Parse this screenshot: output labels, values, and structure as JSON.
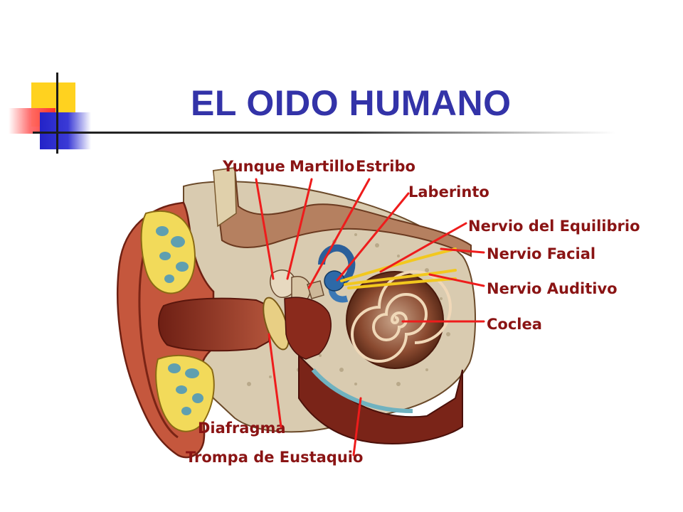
{
  "slide": {
    "title": "EL OIDO HUMANO"
  },
  "diagram": {
    "labels": {
      "yunque": "Yunque",
      "martillo": "Martillo",
      "estribo": "Estribo",
      "laberinto": "Laberinto",
      "nervio_equilibrio": "Nervio del Equilibrio",
      "nervio_facial": "Nervio Facial",
      "nervio_auditivo": "Nervio Auditivo",
      "coclea": "Coclea",
      "diafragma": "Diafragma",
      "trompa": "Trompa de Eustaquio"
    },
    "colors": {
      "label_text": "#8a1414",
      "leader_line": "#ee1c1c",
      "title": "#3333a8"
    }
  }
}
